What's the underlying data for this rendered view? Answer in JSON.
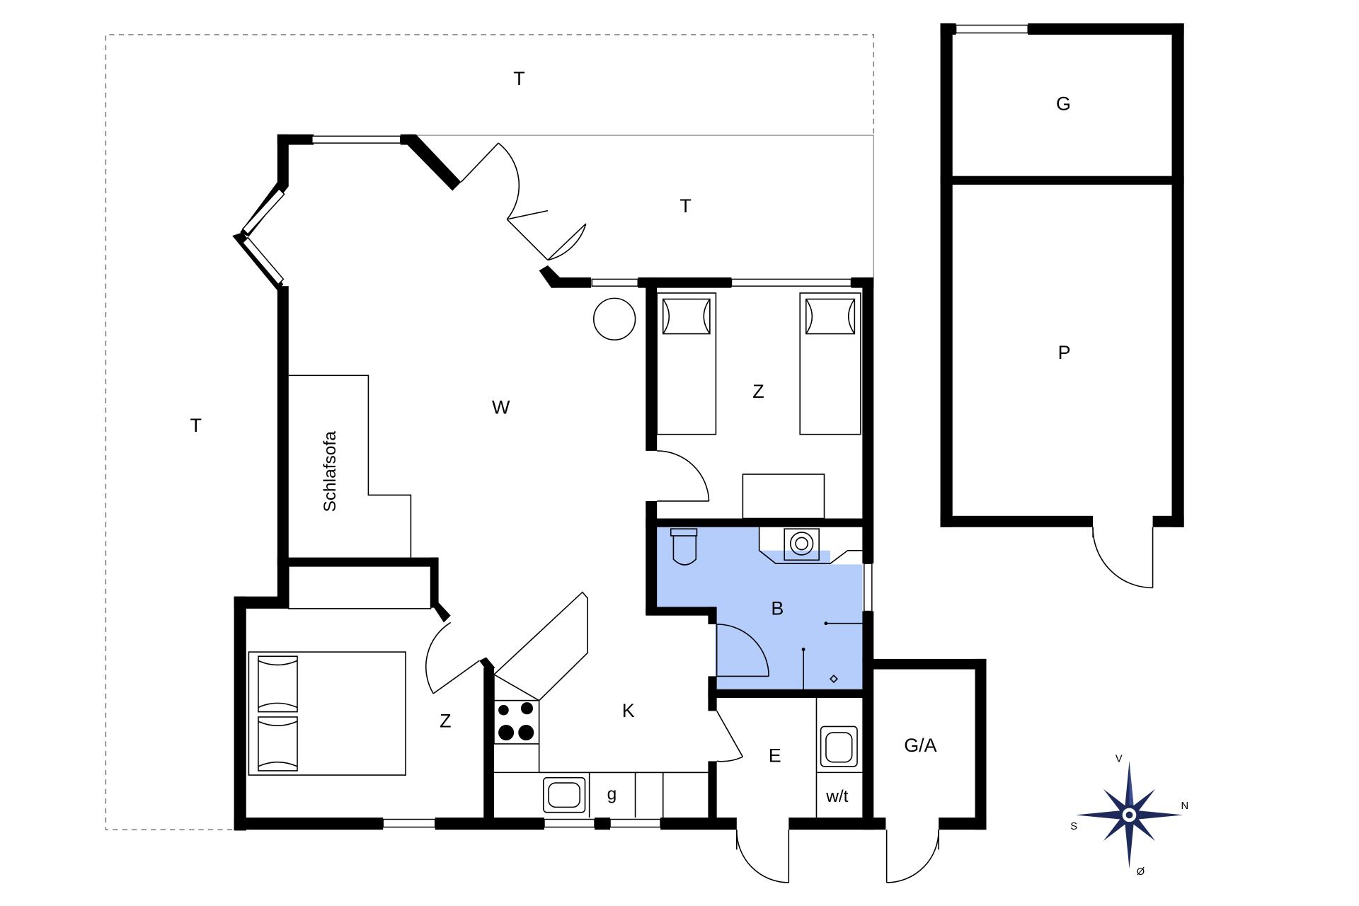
{
  "labels": {
    "terrace_top": "T",
    "terrace_right": "T",
    "terrace_left": "T",
    "living": "W",
    "bedroom_twin": "Z",
    "bedroom_double": "Z",
    "kitchen": "K",
    "bath": "B",
    "entry": "E",
    "garage": "G",
    "parking": "P",
    "storage": "G/A",
    "wt": "w/t",
    "g": "g",
    "sofa": "Schlafsofa"
  },
  "compass": {
    "north": "N",
    "south": "S",
    "east": "Ø",
    "west": "V"
  },
  "colors": {
    "bath_fill": "#b4cdfa",
    "wall": "#000000"
  }
}
